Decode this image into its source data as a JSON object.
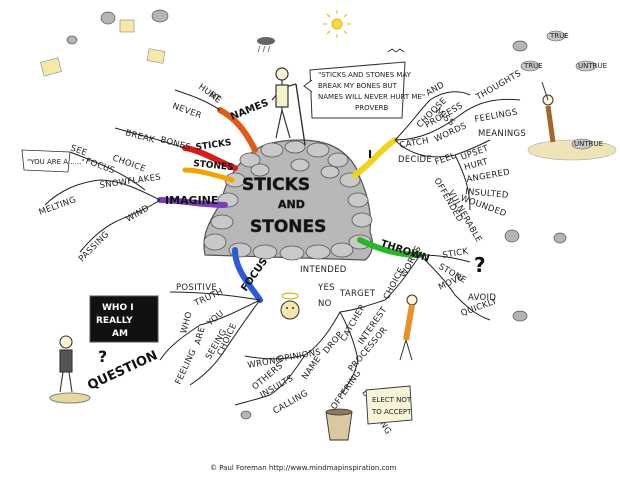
{
  "center": {
    "title_line1": "STICKS",
    "title_line2": "AND",
    "title_line3": "STONES"
  },
  "branches": {
    "names": "NAMES",
    "sticks": "STICKS",
    "stones": "STONES",
    "imagine": "IMAGINE",
    "focus": "FOCUS",
    "thrown": "THROWN",
    "i": "I"
  },
  "quote": {
    "line1": "\"STICKS AND STONES MAY",
    "line2": "BREAK MY BONES BUT",
    "line3": "NAMES WILL NEVER HURT ME\"",
    "line4": "PROVERB"
  },
  "names_words": {
    "hurt": "HURT",
    "me": "ME",
    "never": "NEVER"
  },
  "sticks_words": {
    "break": "BREAK",
    "bones": "BONES"
  },
  "imagine_words": {
    "see": "SEE",
    "choice": "CHOICE",
    "focus": "FOCUS",
    "snowflakes": "SNOWFLAKES",
    "melting": "MELTING",
    "wind": "WIND",
    "passing": "PASSING",
    "you_are": "\"YOU ARE A......\""
  },
  "i_words": {
    "choose": "CHOOSE",
    "and": "AND",
    "miss": "MISS",
    "catch": "CATCH",
    "process": "PROCESS",
    "words": "WORDS",
    "thoughts": "THOUGHTS",
    "feelings": "FEELINGS",
    "meanings": "MEANINGS",
    "decide": "DECIDE",
    "feel": "FEEL",
    "upset": "UPSET",
    "hurt": "HURT",
    "angered": "ANGERED",
    "insulted": "INSULTED",
    "offended": "OFFENDED",
    "wounded": "WOUNDED",
    "vulnerable": "VULNERABLE"
  },
  "pebbles": {
    "true": "TRUE",
    "true2": "TRUE",
    "untrue": "UNTRUE",
    "untrue2": "UNTRUE"
  },
  "thrown_words": {
    "stick": "STICK",
    "stone": "STONE",
    "move": "MOVE",
    "avoid": "AVOID",
    "quickly": "QUICKLY",
    "choice": "CHOICE",
    "words": "WORDS",
    "target": "TARGET",
    "yes": "YES",
    "no": "NO",
    "intended": "INTENDED"
  },
  "focus_words": {
    "positive": "POSITIVE",
    "truth": "TRUTH",
    "who": "WHO",
    "are": "ARE",
    "you": "YOU",
    "seeing": "SEEING",
    "choice": "CHOICE",
    "feeling": "FEELING",
    "question": "QUESTION"
  },
  "board": {
    "line1": "WHO I",
    "line2": "REALLY",
    "line3": "AM"
  },
  "bottom_words": {
    "wrong": "WRONG",
    "opinions": "OPINIONS",
    "others": "OTHERS",
    "insults": "INSULTS",
    "calling": "CALLING",
    "name": "NAME",
    "drop": "DROP",
    "catcher": "CATCHER",
    "interest": "INTEREST",
    "processor": "PROCESSOR",
    "offering": "OFFERING",
    "declining": "DECLINING"
  },
  "elect_sign": {
    "line1": "ELECT NOT",
    "line2": "TO ACCEPT"
  },
  "footer": "© Paul Foreman http://www.mindmapinspiration.com",
  "colors": {
    "names": "#e05a1a",
    "sticks": "#d81b1b",
    "stones": "#f0a500",
    "i": "#f2d21a",
    "thrown": "#2bb52b",
    "focus": "#2a5bd6",
    "imagine": "#7a3fb8",
    "rock": "#9a9a9a"
  }
}
